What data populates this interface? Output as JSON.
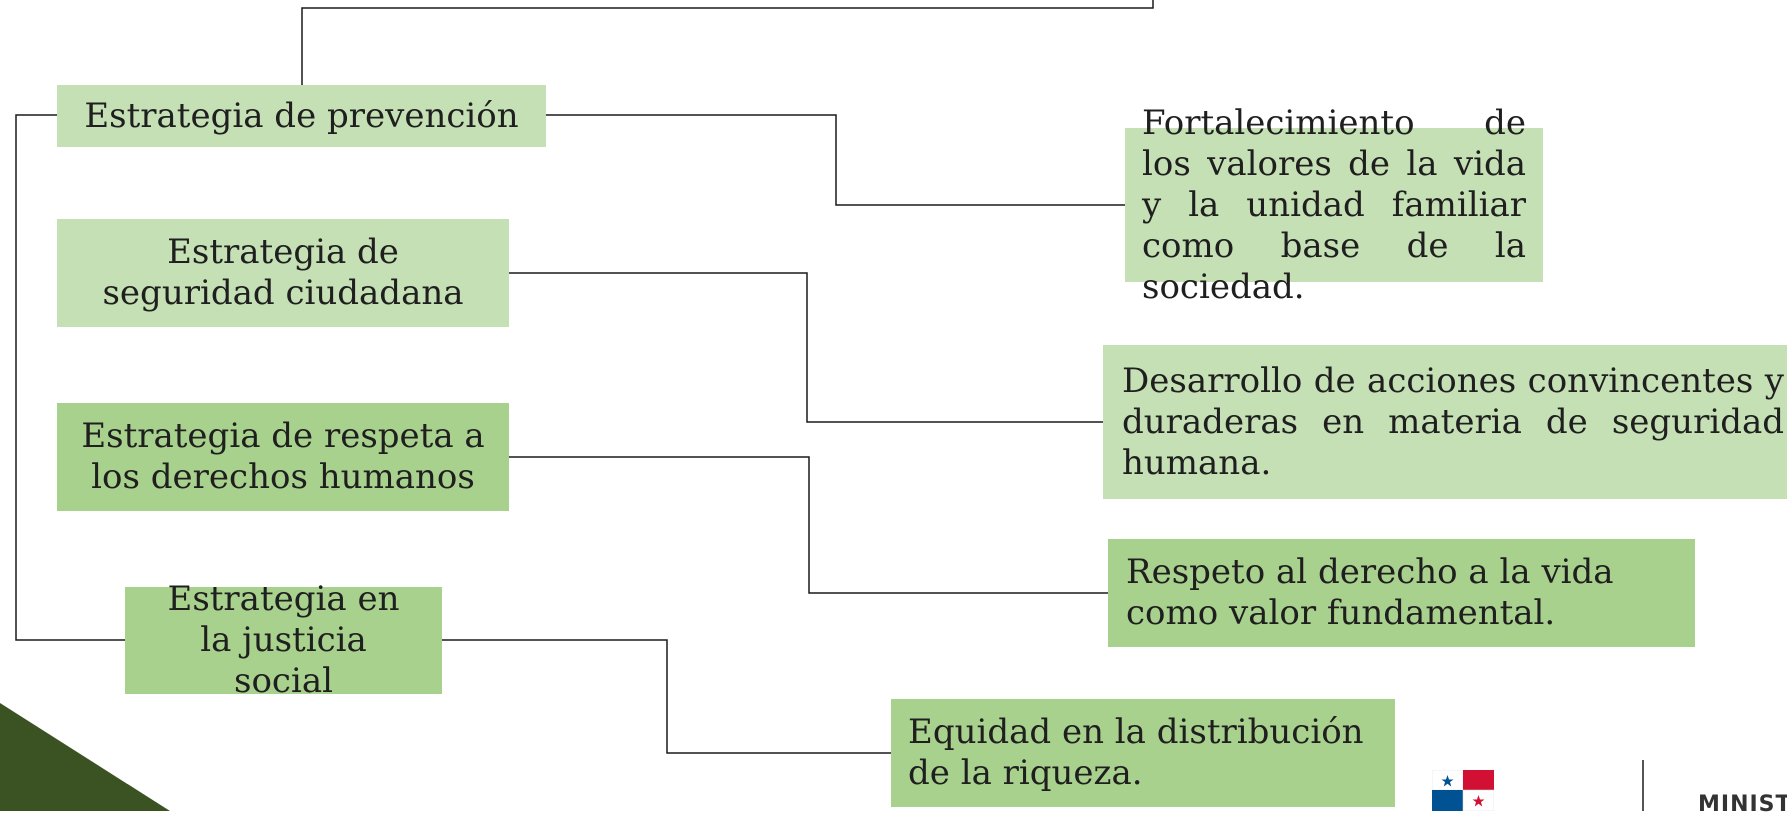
{
  "strategies": [
    {
      "id": "prevencion",
      "label": "Estrategia de prevención"
    },
    {
      "id": "seguridad",
      "label": "Estrategia de seguridad ciudadana"
    },
    {
      "id": "derechos",
      "label": "Estrategia de respeta a los derechos humanos"
    },
    {
      "id": "justicia",
      "label": "Estrategia en la justicia social"
    }
  ],
  "outcomes": [
    {
      "id": "valores",
      "text": "Fortalecimiento de los valores de la vida y la unidad familiar como base de la sociedad."
    },
    {
      "id": "acciones",
      "text": "Desarrollo de acciones convincentes y duraderas en materia de seguridad humana."
    },
    {
      "id": "vida",
      "text": "Respeto al derecho a la vida como valor fundamental."
    },
    {
      "id": "equidad",
      "text": "Equidad en la distribución de la riqueza."
    }
  ],
  "footer": {
    "ministry_label": "MINISTER"
  },
  "colors": {
    "light_box": "#c5e0b4",
    "mid_box": "#a9d18e",
    "dark_triangle": "#3b5323",
    "connector": "#1a1a1a"
  }
}
